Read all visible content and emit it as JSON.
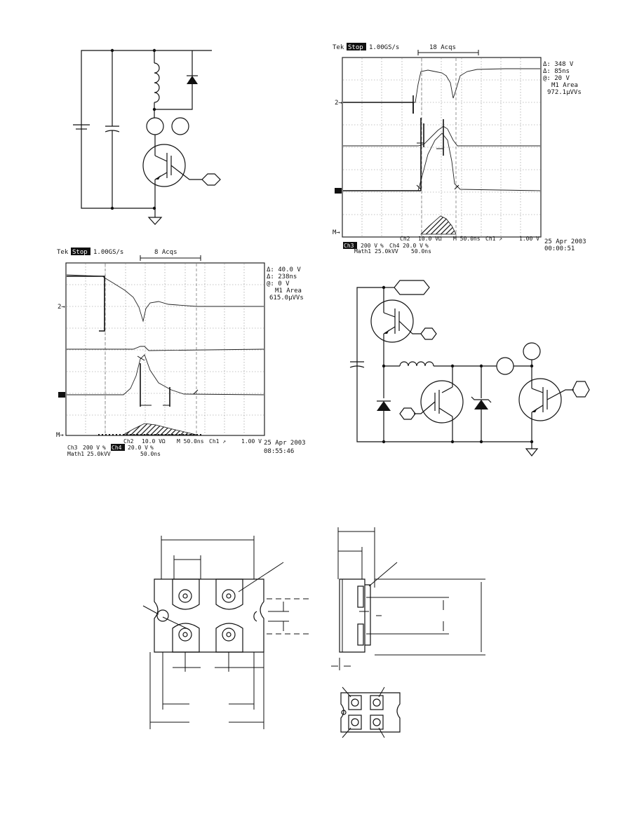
{
  "scope_top": {
    "brand": "Tek",
    "run_state": "Stop",
    "sample_rate": "1.00GS/s",
    "acqs": "18 Acqs",
    "readout": [
      "Δ: 348 V",
      "Δ: 85ns",
      "@: 20 V",
      "M1 Area",
      "972.1µVVs"
    ],
    "bottom_row1": [
      "Ch2",
      "10.0 VΩ",
      "M 50.0ns",
      "Ch1 ↗",
      "1.00 V"
    ],
    "ch3": "Ch3",
    "ch3_scale": "200 V",
    "ch4": "Ch4",
    "ch4_scale": "20.0 V",
    "math": "Math1",
    "math_scale": "25.0kVV",
    "math_time": "50.0ns",
    "date": "25 Apr 2003",
    "time": "00:00:51",
    "markers": {
      "m2": "2→",
      "m3": "→",
      "m4": "M→"
    }
  },
  "scope_bottom": {
    "brand": "Tek",
    "run_state": "Stop",
    "sample_rate": "1.00GS/s",
    "acqs": "8 Acqs",
    "readout": [
      "Δ: 40.0 V",
      "Δ: 238ns",
      "@: 0 V",
      "M1 Area",
      "615.0µVVs"
    ],
    "bottom_row1": [
      "Ch2",
      "10.0 VΩ",
      "M 50.0ns",
      "Ch1 ↗",
      "1.00 V"
    ],
    "ch3": "Ch3",
    "ch3_scale": "200 V",
    "ch4": "Ch4",
    "ch4_scale": "20.0 V",
    "math": "Math1",
    "math_scale": "25.0kVV",
    "math_time": "50.0ns",
    "date": "25 Apr 2003",
    "time": "08:55:46",
    "markers": {
      "m2": "2→",
      "m3": "→",
      "m4": "M→"
    }
  }
}
